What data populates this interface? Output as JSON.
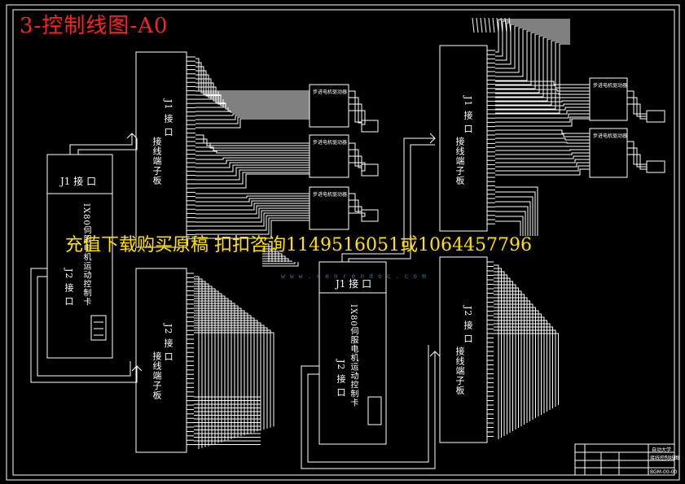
{
  "drawing": {
    "title": "3-控制线图-A0",
    "watermark": "充值下载购买原稿 扣扣咨询1149516051或1064457796",
    "watermark_url": "www.renrendoc.com"
  },
  "labels": {
    "j1_port": "J1 接 口",
    "j2_port": "J2 接 口",
    "terminal_board": "接线端子板",
    "motion_card": "IX80伺服电机运动控制卡",
    "driver_module": "步进电机驱动器"
  },
  "title_block": {
    "school": "自动大学",
    "drawing_name": "接线控制线图",
    "drawing_no": "BGM-00-00"
  },
  "colors": {
    "title": "#ff2020",
    "watermark": "#ffe000",
    "lines": "#ffffff",
    "background": "#000000"
  }
}
